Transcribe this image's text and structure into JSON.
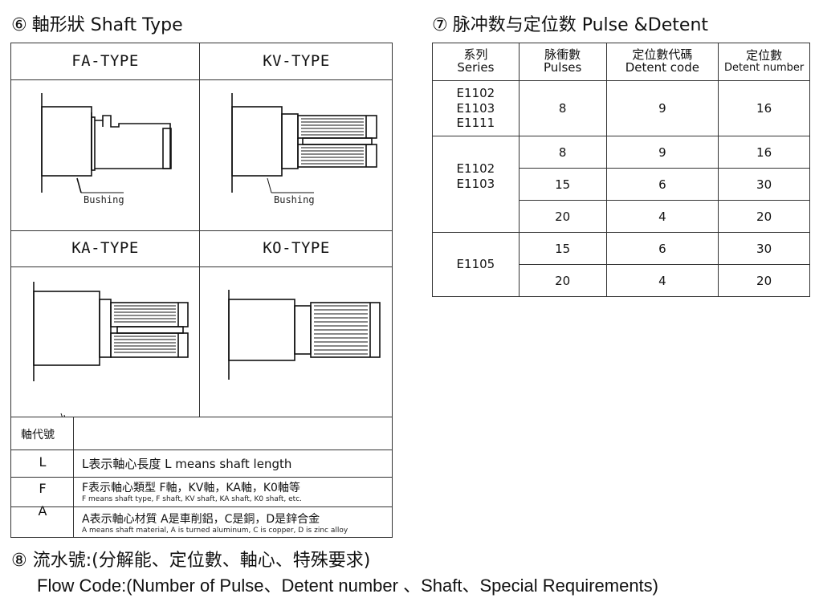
{
  "shaft": {
    "heading_num": "⑥",
    "heading": "軸形狀 Shaft Type",
    "types": [
      {
        "title": "FA-TYPE",
        "icon": "fa-shaft-drawing"
      },
      {
        "title": "KV-TYPE",
        "icon": "kv-shaft-drawing"
      },
      {
        "title": "KA-TYPE",
        "icon": "ka-shaft-drawing"
      },
      {
        "title": "KO-TYPE",
        "icon": "ko-shaft-drawing"
      }
    ],
    "bushing_label": "Bushing",
    "code_header": "軸代號",
    "codes": [
      {
        "key": "L",
        "main": "L表示軸心長度 L means shaft length",
        "sub": ""
      },
      {
        "key": "F",
        "main": "F表示軸心類型 F軸，KV軸，KA軸，K0軸等",
        "sub": "F means shaft type, F shaft, KV shaft, KA shaft, K0 shaft, etc."
      },
      {
        "key": "A",
        "main": "A表示軸心材質 A是車削鋁，C是銅，D是鋅合金",
        "sub": "A means shaft material, A is turned aluminum, C is copper, D is zinc alloy"
      }
    ]
  },
  "pulse": {
    "heading_num": "⑦",
    "heading": "脉冲数与定位数 Pulse &Detent",
    "headers": [
      {
        "zh": "系列",
        "en": "Series"
      },
      {
        "zh": "脉衝數",
        "en": "Pulses"
      },
      {
        "zh": "定位數代碼",
        "en": "Detent code"
      },
      {
        "zh": "定位數",
        "en": "Detent number"
      }
    ],
    "groups": [
      {
        "series": "E1102\nE1103\nE1111",
        "rows": [
          [
            "8",
            "9",
            "16"
          ]
        ]
      },
      {
        "series": "E1102\nE1103",
        "rows": [
          [
            "8",
            "9",
            "16"
          ],
          [
            "15",
            "6",
            "30"
          ],
          [
            "20",
            "4",
            "20"
          ]
        ]
      },
      {
        "series": "E1105",
        "rows": [
          [
            "15",
            "6",
            "30"
          ],
          [
            "20",
            "4",
            "20"
          ]
        ]
      }
    ]
  },
  "flow": {
    "heading_num": "⑧",
    "line1": "流水號:(分解能、定位數、軸心、特殊要求)",
    "line2": "Flow Code:(Number of Pulse、Detent number 、Shaft、Special Requirements)"
  }
}
